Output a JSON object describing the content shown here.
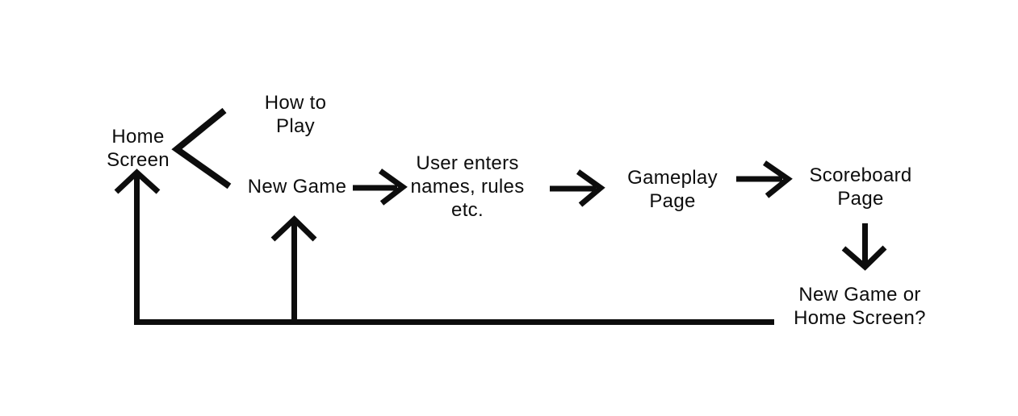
{
  "diagram": {
    "kind": "game-flow-flowchart",
    "background": "#ffffff"
  },
  "colors": {
    "ink": "#0d0d0d",
    "background": "#ffffff"
  },
  "nodes": {
    "home_screen": {
      "label": "Home\nScreen"
    },
    "how_to_play": {
      "label": "How to\nPlay"
    },
    "new_game": {
      "label": "New Game"
    },
    "user_enters": {
      "label": "User enters\nnames, rules\netc."
    },
    "gameplay_page": {
      "label": "Gameplay\nPage"
    },
    "scoreboard_page": {
      "label": "Scoreboard\nPage"
    },
    "end_choice": {
      "label": "New Game or\nHome Screen?"
    }
  },
  "edges": [
    {
      "from": "home_screen",
      "to": "how_to_play",
      "type": "branch"
    },
    {
      "from": "home_screen",
      "to": "new_game",
      "type": "branch"
    },
    {
      "from": "new_game",
      "to": "user_enters",
      "type": "arrow-right"
    },
    {
      "from": "user_enters",
      "to": "gameplay_page",
      "type": "arrow-right"
    },
    {
      "from": "gameplay_page",
      "to": "scoreboard_page",
      "type": "arrow-right"
    },
    {
      "from": "scoreboard_page",
      "to": "end_choice",
      "type": "arrow-down"
    },
    {
      "from": "end_choice",
      "to": "home_screen",
      "type": "return-arrow-up"
    },
    {
      "from": "end_choice",
      "to": "new_game",
      "type": "return-arrow-up"
    }
  ]
}
